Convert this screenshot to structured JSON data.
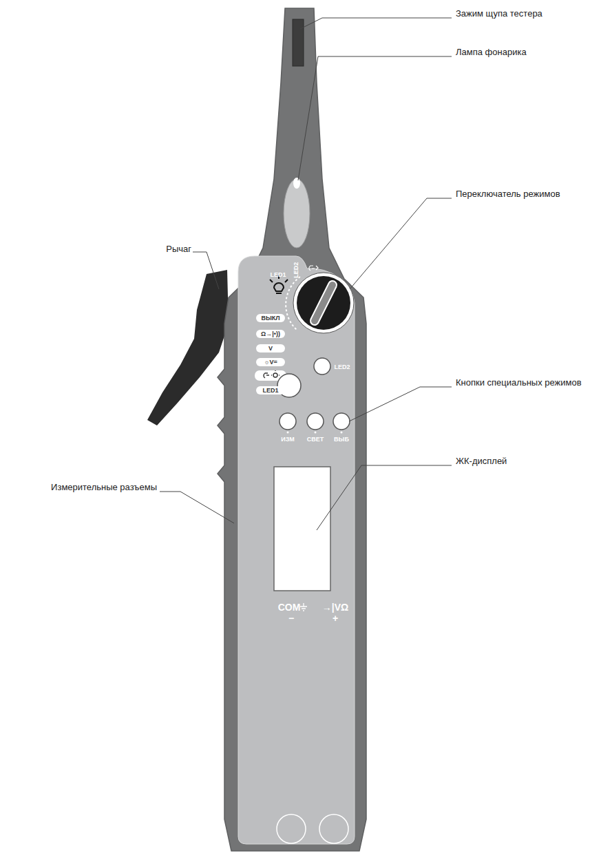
{
  "diagram": {
    "labels": [
      "Зажим щупа тестера",
      "Лампа фонарика",
      "LED2",
      "Переключатель режимов",
      "Рычаг",
      "LED1",
      "ВЫКЛ",
      "Ω→|•))",
      "V",
      "☼V=",
      "LED1",
      "LED2",
      "Кнопки специальных режимов",
      "ИЗМ",
      "СВЕТ",
      "ВЫБ",
      "ЖК-дисплей",
      "Измерительные разъемы",
      "COM",
      "→|VΩ",
      "−",
      "+"
    ]
  }
}
